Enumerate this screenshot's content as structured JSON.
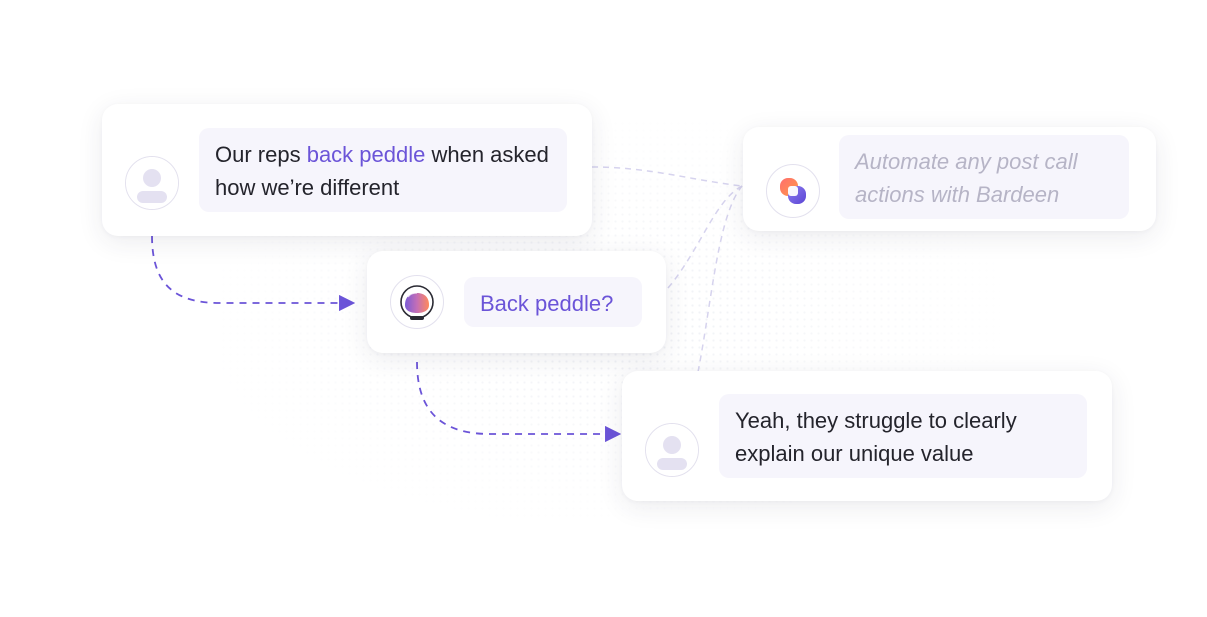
{
  "messages": {
    "user_1": {
      "pre": "Our reps ",
      "highlight": "back peddle",
      "post": " when asked how we’re different"
    },
    "assistant": {
      "text": "Back peddle?"
    },
    "user_2": {
      "text": "Yeah, they struggle to clearly explain our unique value"
    },
    "bardeen": {
      "text": "Automate any post call actions with Bardeen"
    }
  },
  "colors": {
    "accent": "#6b54d8",
    "bubble_bg": "#f6f5fc",
    "muted_text": "#b6b4c6",
    "dashed_light": "#d6d3ee"
  },
  "icons": {
    "user_avatar": "user-avatar-icon",
    "assistant_avatar": "astronaut-helmet-icon",
    "bardeen_logo": "bardeen-logo-icon"
  }
}
